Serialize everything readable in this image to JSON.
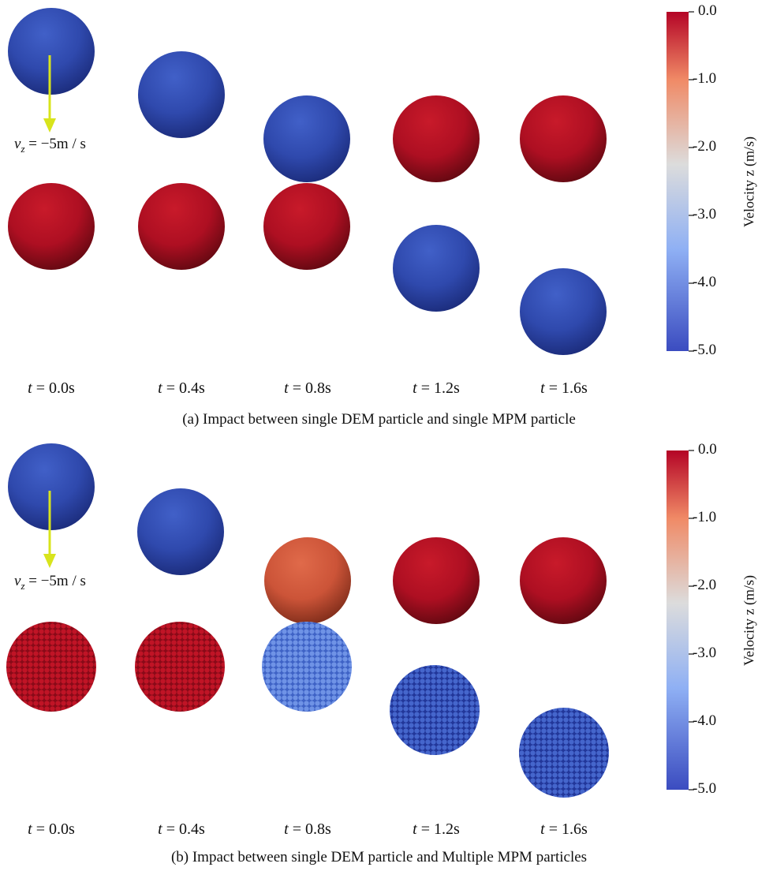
{
  "panels": [
    {
      "caption": "(a) Impact between single DEM particle and single MPM particle",
      "velocity_label": {
        "var": "v",
        "sub": "z",
        "expr": "= −5m / s"
      },
      "time_labels": [
        "0.0s",
        "0.4s",
        "0.8s",
        "1.2s",
        "1.6s"
      ],
      "time_var": "t",
      "colorbar": {
        "title": "Velocity z (m/s)",
        "ticks": [
          "0.0",
          "-1.0",
          "-2.0",
          "-3.0",
          "-4.0",
          "-5.0"
        ],
        "range": [
          -5.0,
          0.0
        ]
      },
      "frames": [
        {
          "time": "0.0s",
          "dem_velocity": -5.0,
          "mpm_velocity": 0.0
        },
        {
          "time": "0.4s",
          "dem_velocity": -5.0,
          "mpm_velocity": 0.0
        },
        {
          "time": "0.8s",
          "dem_velocity": -5.0,
          "mpm_velocity": 0.0
        },
        {
          "time": "1.2s",
          "dem_velocity": 0.0,
          "mpm_velocity": -5.0
        },
        {
          "time": "1.6s",
          "dem_velocity": 0.0,
          "mpm_velocity": -5.0
        }
      ]
    },
    {
      "caption": "(b) Impact between single DEM particle and Multiple MPM particles",
      "velocity_label": {
        "var": "v",
        "sub": "z",
        "expr": "= −5m / s"
      },
      "time_labels": [
        "0.0s",
        "0.4s",
        "0.8s",
        "1.2s",
        "1.6s"
      ],
      "time_var": "t",
      "colorbar": {
        "title": "Velocity z (m/s)",
        "ticks": [
          "0.0",
          "-1.0",
          "-2.0",
          "-3.0",
          "-4.0",
          "-5.0"
        ],
        "range": [
          -5.0,
          0.0
        ]
      },
      "frames": [
        {
          "time": "0.0s",
          "dem_velocity": -5.0,
          "mpm_velocity": 0.0
        },
        {
          "time": "0.4s",
          "dem_velocity": -5.0,
          "mpm_velocity": 0.0
        },
        {
          "time": "0.8s",
          "dem_velocity": -1.0,
          "mpm_velocity": -3.8
        },
        {
          "time": "1.2s",
          "dem_velocity": 0.0,
          "mpm_velocity": -4.6
        },
        {
          "time": "1.6s",
          "dem_velocity": 0.0,
          "mpm_velocity": -4.7
        }
      ]
    }
  ],
  "colors": {
    "red": "#b40d1f",
    "blue": "#2e46a6",
    "arrow": "#d8e41c"
  }
}
